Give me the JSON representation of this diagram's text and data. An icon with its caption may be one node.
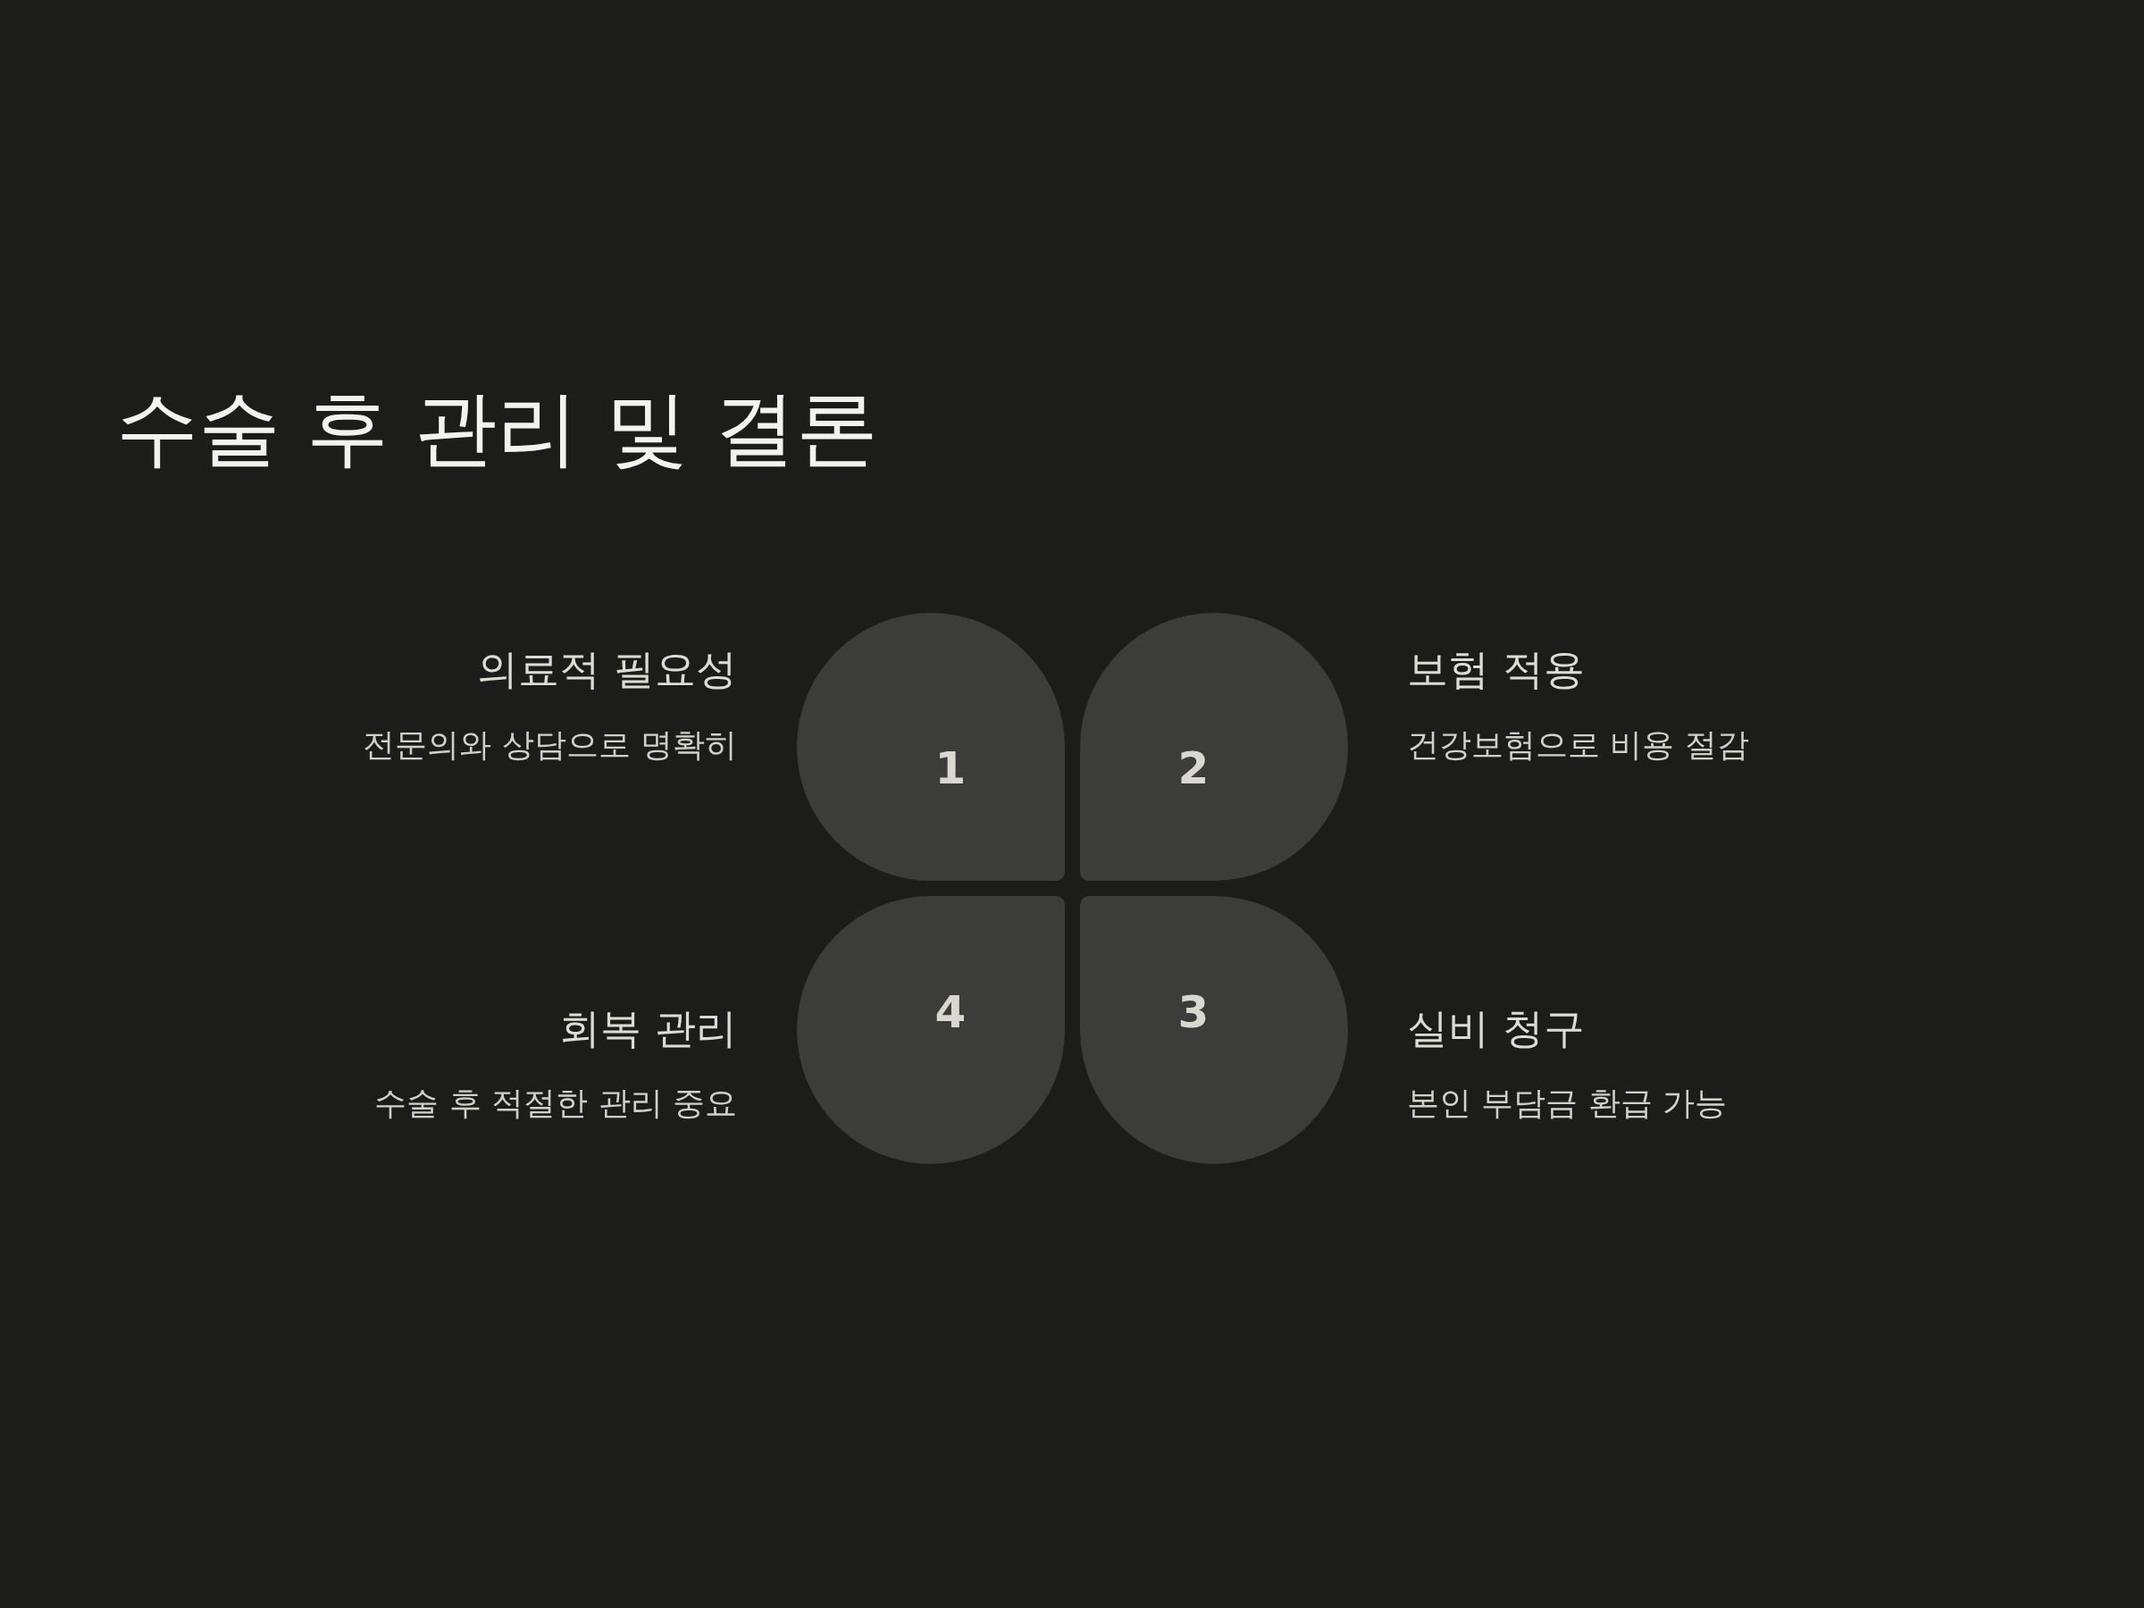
{
  "diagram": {
    "title": "수술 후 관리 및 결론",
    "nodes": [
      {
        "text": [
          "1"
        ],
        "beside": [
          "의료적 필요성",
          "전문의와 상담으로 명확히"
        ]
      },
      {
        "text": [
          "2"
        ],
        "beside": [
          "보험 적용",
          "건강보험으로 비용 절감"
        ]
      },
      {
        "text": [
          "3"
        ],
        "beside": [
          "실비 청구",
          "본인 부담금 환급 가능"
        ]
      },
      {
        "text": [
          "4"
        ],
        "beside": [
          "회복 관리",
          "수술 후 적절한 관리 중요"
        ]
      }
    ]
  }
}
